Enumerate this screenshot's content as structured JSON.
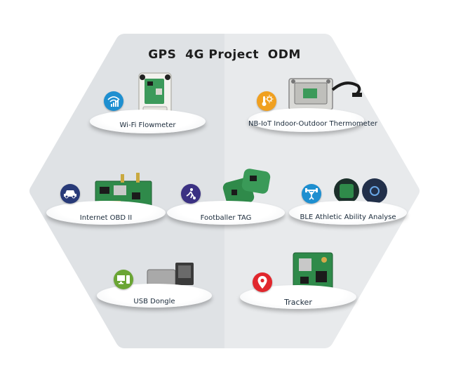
{
  "title": "GPS  4G Project  ODM",
  "colors": {
    "hex_left": "#dfe2e5",
    "hex_right": "#e8eaec",
    "badge_blue": "#1e8fd0",
    "badge_orange": "#f0a020",
    "badge_navy": "#283a78",
    "badge_purple": "#3b3183",
    "badge_red": "#e1262c",
    "badge_green": "#6aa534",
    "pcb_green": "#2f8a4a"
  },
  "products": [
    {
      "label": "Wi-Fi Flowmeter",
      "icon": "wifi-signal-icon"
    },
    {
      "label": "NB-IoT Indoor-Outdoor Thermometer",
      "icon": "thermometer-sun-icon"
    },
    {
      "label": "Internet OBD II",
      "icon": "car-icon"
    },
    {
      "label": "Footballer TAG",
      "icon": "footballer-icon"
    },
    {
      "label": "BLE Athletic Ability Analyse",
      "icon": "weightlifter-icon"
    },
    {
      "label": "USB Dongle",
      "icon": "computer-icon"
    },
    {
      "label": "Tracker",
      "icon": "location-pin-icon"
    }
  ]
}
